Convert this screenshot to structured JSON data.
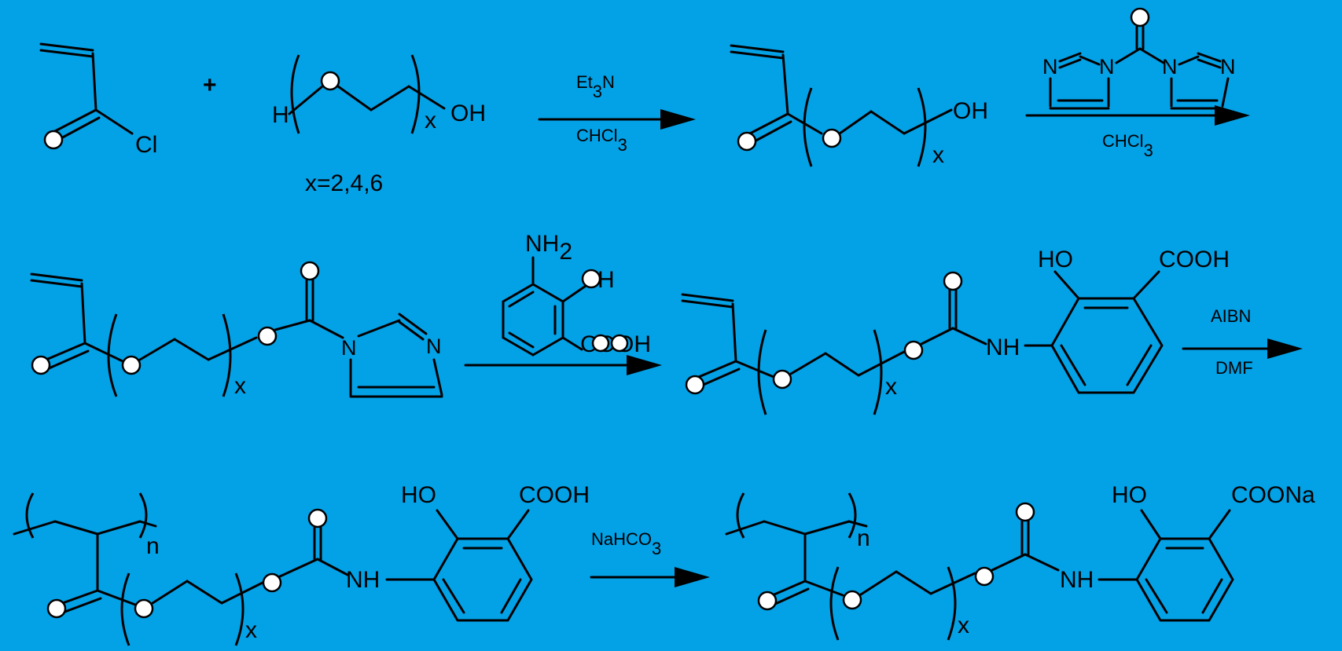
{
  "labels": {
    "plus": "+",
    "cl": "Cl",
    "h": "H",
    "oh": "OH",
    "x": "x",
    "n": "n",
    "x_values": "x=2,4,6",
    "et3n_a": "Et",
    "et3n_b": "3",
    "et3n_c": "N",
    "chcl_a": "CHCl",
    "chcl_b": "3",
    "nh2_a": "NH",
    "nh2_b": "2",
    "cooh": "COOH",
    "coona": "COONa",
    "ho": "HO",
    "nh": "NH",
    "n_atom": "N",
    "aibn": "AIBN",
    "dmf": "DMF",
    "nahco_a": "NaHCO",
    "nahco_b": "3"
  },
  "colors": {
    "background": "#03A1E6",
    "bond": "#000000",
    "oxygen_fill": "#FFFFFF"
  }
}
